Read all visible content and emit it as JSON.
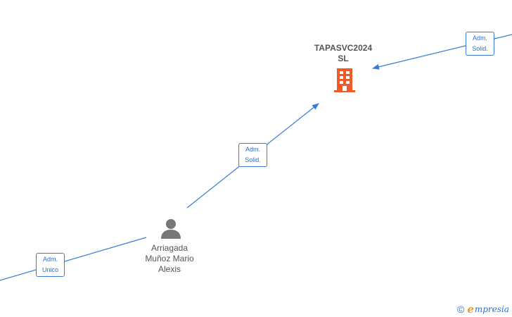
{
  "company": {
    "name_line1": "TAPASVC2024",
    "name_line2": "SL",
    "icon": "building-icon",
    "color": "#f05a28"
  },
  "person": {
    "name_lines": [
      "Arriagada",
      "Muñoz Mario",
      "Alexis"
    ],
    "icon": "person-icon",
    "color": "#777777"
  },
  "edges": [
    {
      "id": "edge-top-right",
      "label_line1": "Adm.",
      "label_line2": "Solid."
    },
    {
      "id": "edge-person-company",
      "label_line1": "Adm.",
      "label_line2": "Solid."
    },
    {
      "id": "edge-left-person",
      "label_line1": "Adm.",
      "label_line2": "Unico"
    }
  ],
  "colors": {
    "edge": "#3a7bd5",
    "label_text": "#2f6fc9"
  },
  "brand": {
    "copyright": "©",
    "logo_initial": "e",
    "logo_rest": "mpresia"
  }
}
